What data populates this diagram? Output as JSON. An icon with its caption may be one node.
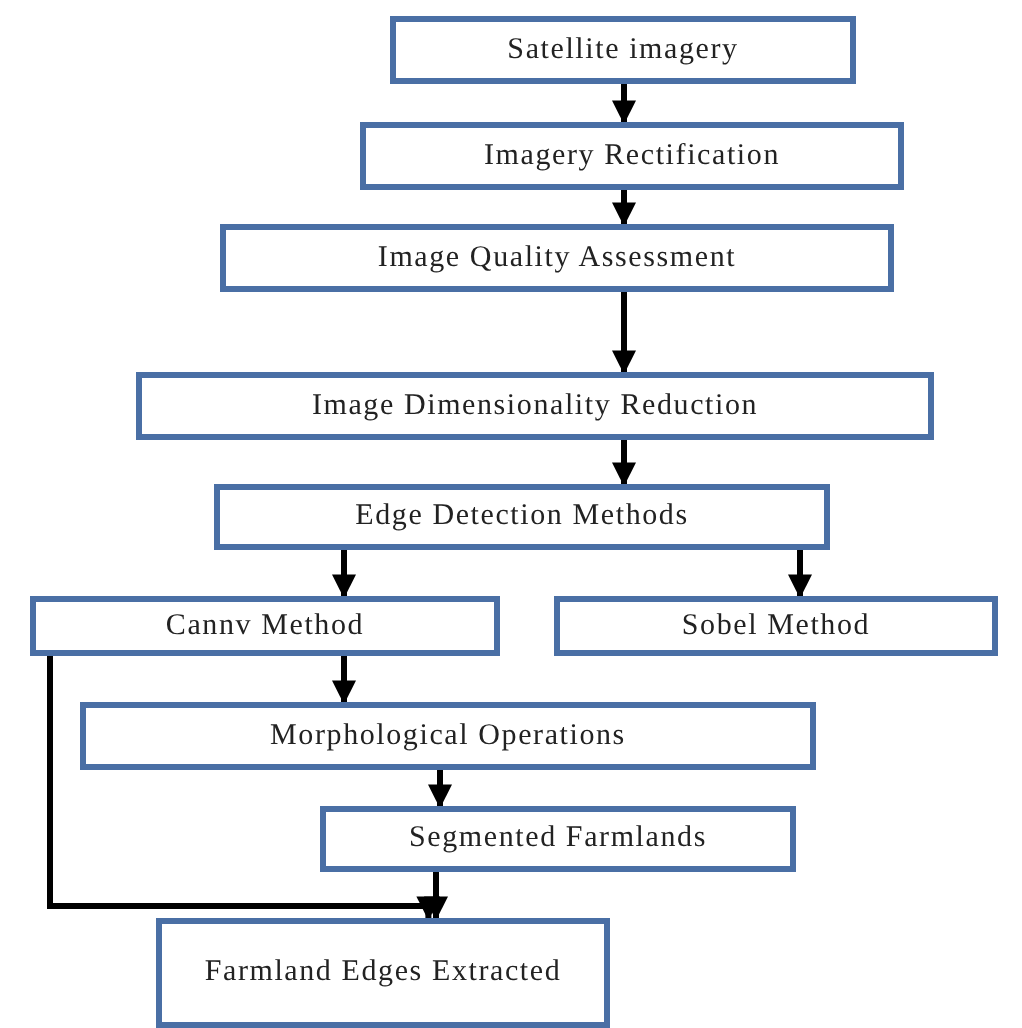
{
  "diagram": {
    "nodes": [
      {
        "text": [
          "Satellite imagery"
        ]
      },
      {
        "text": [
          "Imagery Rectification"
        ]
      },
      {
        "text": [
          "Image Quality Assessment"
        ]
      },
      {
        "text": [
          "Image Dimensionality Reduction"
        ]
      },
      {
        "text": [
          "Edge Detection Methods"
        ]
      },
      {
        "text": [
          "Cannv Method"
        ]
      },
      {
        "text": [
          "Sobel Method"
        ]
      },
      {
        "text": [
          "Morphological Operations"
        ]
      },
      {
        "text": [
          "Segmented Farmlands"
        ]
      },
      {
        "text": [
          "Farmland Edges Extracted"
        ]
      }
    ],
    "edges": [
      {
        "from": 0,
        "to": 1,
        "arrow": "to"
      },
      {
        "from": 1,
        "to": 2,
        "arrow": "to"
      },
      {
        "from": 2,
        "to": 3,
        "arrow": "to"
      },
      {
        "from": 3,
        "to": 4,
        "arrow": "to"
      },
      {
        "from": 4,
        "to": 5,
        "arrow": "to"
      },
      {
        "from": 4,
        "to": 6,
        "arrow": "to"
      },
      {
        "from": 5,
        "to": 7,
        "arrow": "to"
      },
      {
        "from": 7,
        "to": 8,
        "arrow": "to"
      },
      {
        "from": 8,
        "to": 9,
        "arrow": "to"
      },
      {
        "from": 5,
        "to": 9,
        "arrow": "to"
      }
    ]
  }
}
